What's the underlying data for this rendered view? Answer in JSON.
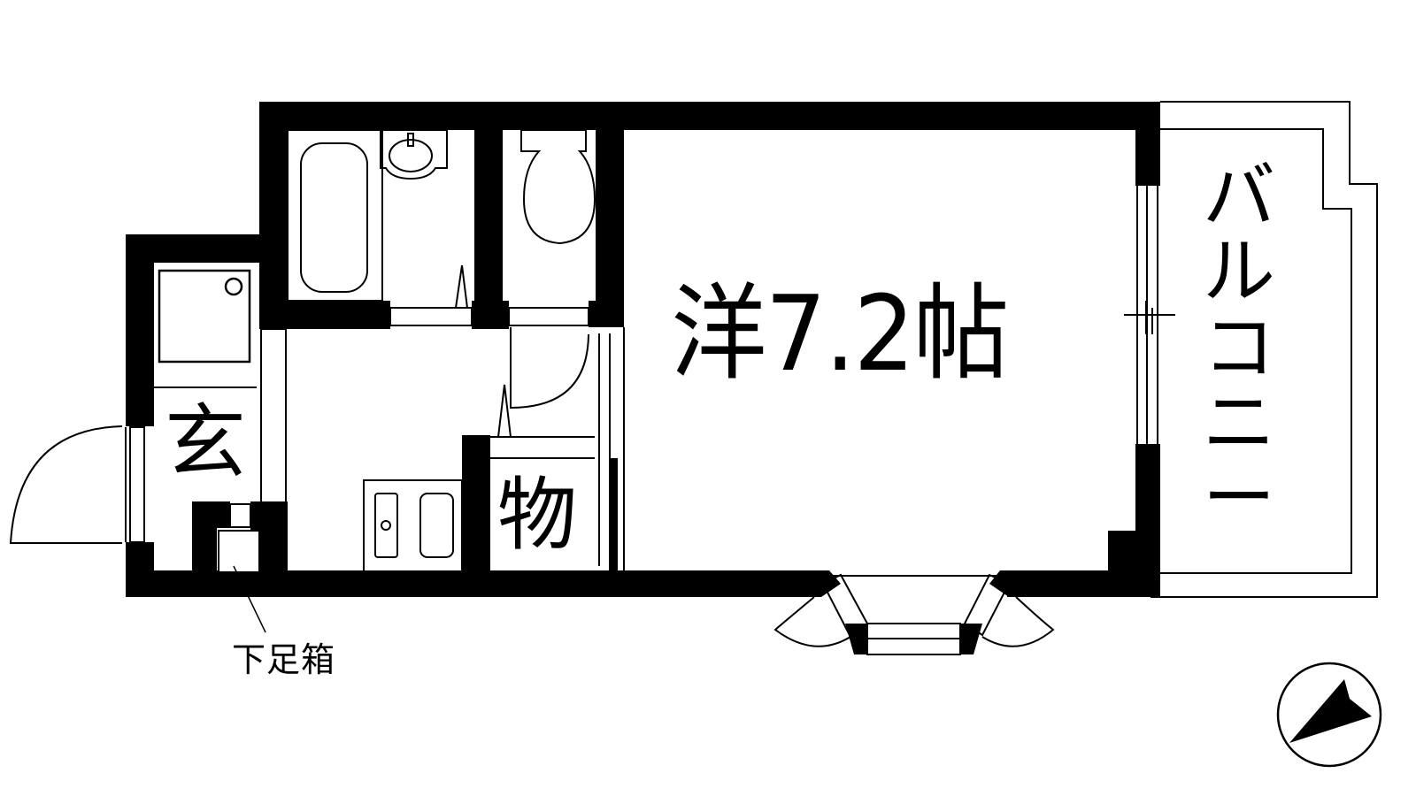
{
  "floorplan": {
    "colors": {
      "wall": "#000000",
      "background": "#ffffff",
      "line": "#000000"
    },
    "rooms": {
      "western_room": {
        "label": "洋7.2帖",
        "type": "western-style room",
        "size_jo": 7.2
      },
      "entrance": {
        "label": "玄"
      },
      "storage": {
        "label": "物"
      },
      "balcony": {
        "label": "バルコニー",
        "chars": [
          "バ",
          "ル",
          "コ",
          "ニ",
          "ー"
        ]
      }
    },
    "annotations": {
      "shoe_cabinet": "下足箱"
    },
    "fixtures": [
      "bathtub",
      "washbasin",
      "toilet",
      "washing-machine-pan",
      "kitchen-sink-stove",
      "entrance-door",
      "bay-window",
      "sliding-door"
    ],
    "compass": {
      "icon": "north-arrow-icon"
    }
  }
}
